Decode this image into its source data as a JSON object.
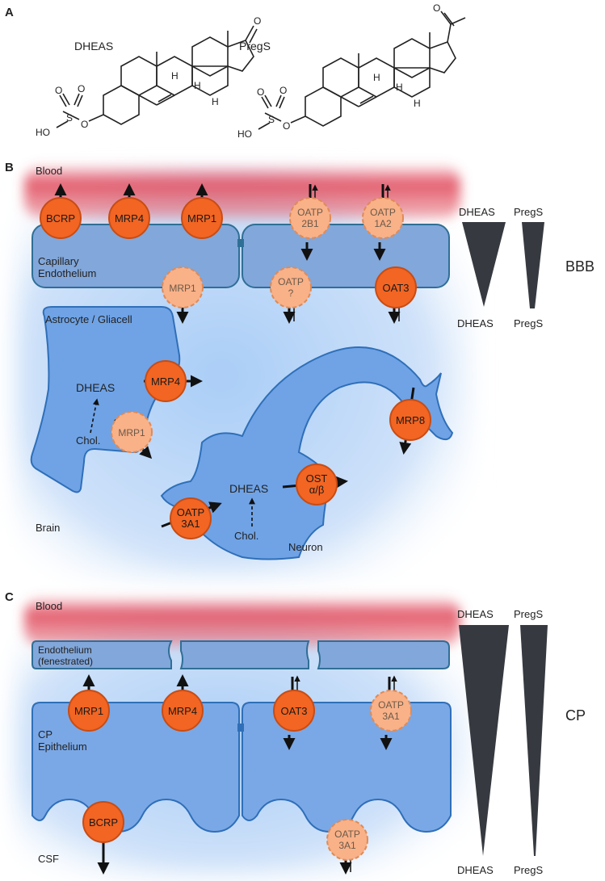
{
  "panels": {
    "a": "A",
    "b": "B",
    "c": "C"
  },
  "molecules": {
    "dheas": "DHEAS",
    "pregs": "PregS",
    "atoms": {
      "o": "O",
      "h": "H",
      "s": "S",
      "ho": "HO"
    }
  },
  "panel_b": {
    "blood": "Blood",
    "endothelium": [
      "Capillary",
      "Endothelium"
    ],
    "astrocyte": "Astrocyte / Gliacell",
    "brain": "Brain",
    "neuron": "Neuron",
    "dheas_label": "DHEAS",
    "chol_label": "Chol.",
    "side_label": "BBB",
    "gradient_top": [
      "DHEAS",
      "PregS"
    ],
    "gradient_bottom": [
      "DHEAS",
      "PregS"
    ],
    "transporters": [
      [
        "BCRP"
      ],
      [
        "MRP4"
      ],
      [
        "MRP1"
      ],
      [
        "OATP",
        "2B1"
      ],
      [
        "OATP",
        "1A2"
      ],
      [
        "MRP1"
      ],
      [
        "OATP",
        "?"
      ],
      [
        "OAT3"
      ],
      [
        "MRP4"
      ],
      [
        "MRP1"
      ],
      [
        "MRP8"
      ],
      [
        "OST",
        "α/β"
      ],
      [
        "OATP",
        "3A1"
      ]
    ]
  },
  "panel_c": {
    "blood": "Blood",
    "endothelium": [
      "Endothelium",
      "(fenestrated)"
    ],
    "epithelium": [
      "CP",
      "Epithelium"
    ],
    "csf": "CSF",
    "side_label": "CP",
    "gradient_top": [
      "DHEAS",
      "PregS"
    ],
    "gradient_bottom": [
      "DHEAS",
      "PregS"
    ],
    "transporters": [
      [
        "MRP1"
      ],
      [
        "MRP4"
      ],
      [
        "OAT3"
      ],
      [
        "OATP",
        "3A1"
      ],
      [
        "BCRP"
      ],
      [
        "OATP",
        "3A1"
      ]
    ]
  },
  "colors": {
    "blood": "#e0485a",
    "cell": "#7ba3d8",
    "cell_stroke": "#2f6fa8",
    "active_transporter": "#f26522",
    "passive_transporter": "#f9b188",
    "gradient": "#363a40"
  }
}
